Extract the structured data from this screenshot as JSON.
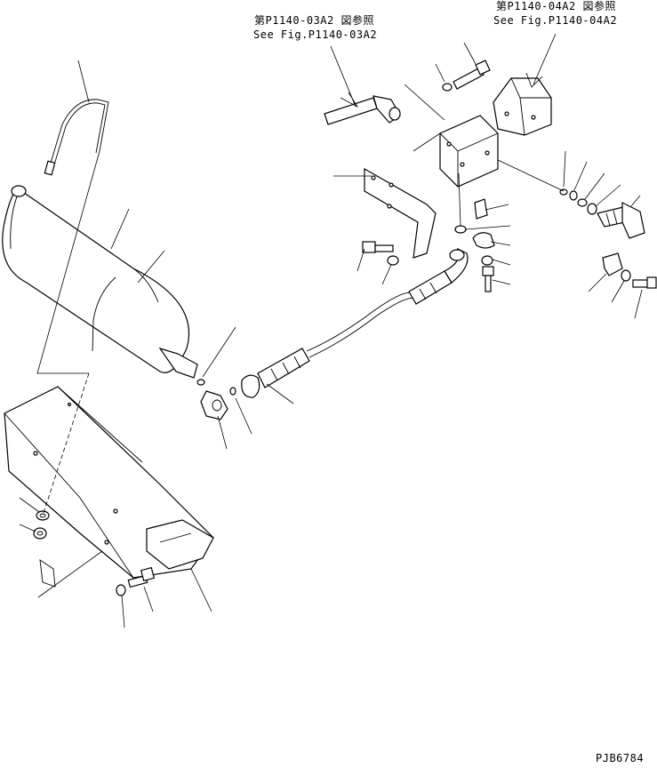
{
  "references": [
    {
      "id": "ref-03a2",
      "line1": "第P1140-03A2 図参照",
      "line2": "See Fig.P1140-03A2"
    },
    {
      "id": "ref-04a2",
      "line1": "第P1140-04A2 図参照",
      "line2": "See Fig.P1140-04A2"
    }
  ],
  "drawing_number": "PJB6784"
}
